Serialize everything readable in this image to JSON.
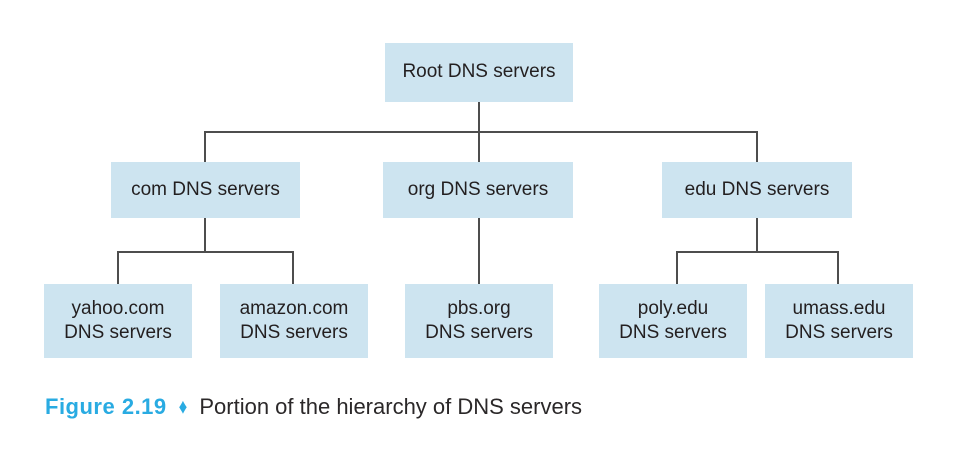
{
  "figure": {
    "caption_label": "Figure 2.19",
    "caption_bullet": "♦",
    "caption_text": "Portion of the hierarchy of DNS servers"
  },
  "diagram": {
    "nodes": {
      "root": {
        "label": "Root DNS servers"
      },
      "com": {
        "label": "com DNS servers"
      },
      "org": {
        "label": "org DNS servers"
      },
      "edu": {
        "label": "edu DNS servers"
      },
      "yahoo": {
        "label": "yahoo.com\nDNS servers"
      },
      "amazon": {
        "label": "amazon.com\nDNS servers"
      },
      "pbs": {
        "label": "pbs.org\nDNS servers"
      },
      "poly": {
        "label": "poly.edu\nDNS servers"
      },
      "umass": {
        "label": "umass.edu\nDNS servers"
      }
    },
    "colors": {
      "box_fill": "#cde4f0",
      "line": "#4d4d4d",
      "node_text": "#231f20",
      "accent": "#29abe2"
    }
  }
}
